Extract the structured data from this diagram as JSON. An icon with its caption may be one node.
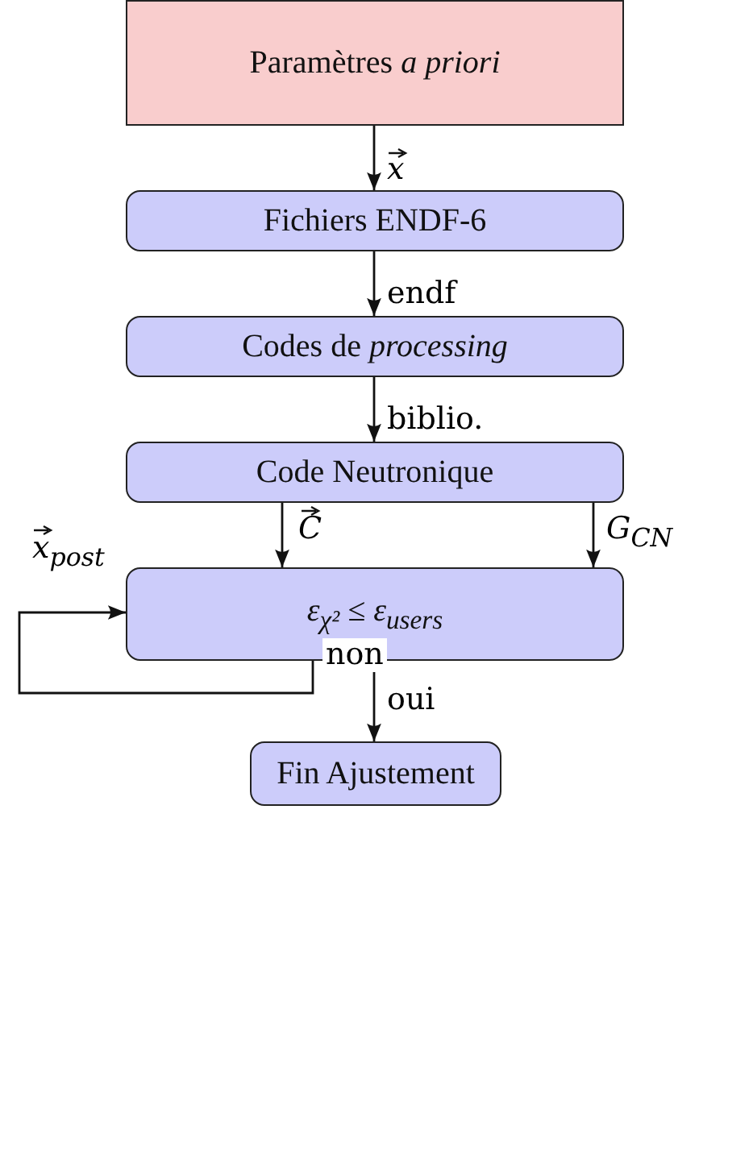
{
  "diagram": {
    "nodes": [
      {
        "text": [
          "Paramètres *a priori*"
        ]
      },
      {
        "text": [
          "Fichiers ENDF-6"
        ]
      },
      {
        "text": [
          "Codes de *processing*"
        ]
      },
      {
        "text": [
          "Code Neutronique"
        ]
      },
      {
        "text": [
          "ε$_{χ²}$  ≤  ε$_{users}$"
        ]
      },
      {
        "text": [
          "Fin Ajustement"
        ]
      }
    ],
    "edges": [
      {
        "from": 0,
        "to": 1,
        "arrow": "to",
        "label": "x"
      },
      {
        "from": 1,
        "to": 2,
        "arrow": "to",
        "label": "endf"
      },
      {
        "from": 2,
        "to": 3,
        "arrow": "to",
        "label": "biblio."
      },
      {
        "from": 3,
        "to": 4,
        "arrow": "to",
        "label": "C"
      },
      {
        "from": 3,
        "to": 4,
        "arrow": "to",
        "label": "G$_{CN}$"
      },
      {
        "from": 4,
        "to": 4,
        "arrow": "to",
        "label": "non"
      },
      {
        "from": 4,
        "to": 5,
        "arrow": "to",
        "label": "oui"
      }
    ],
    "labels": [
      "x$_{post}$"
    ]
  }
}
